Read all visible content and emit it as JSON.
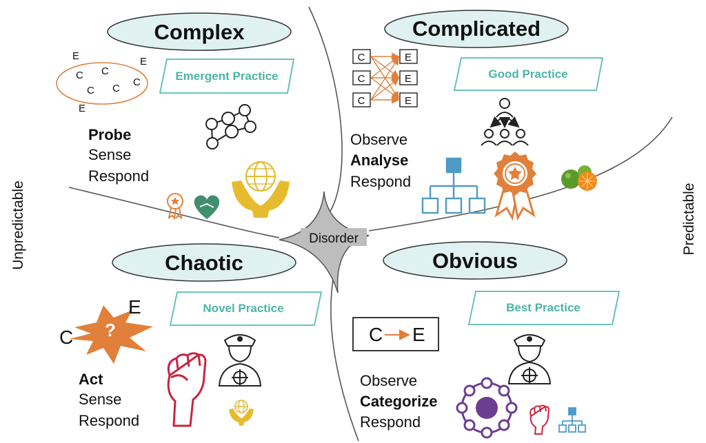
{
  "side_labels": {
    "left": "Unpredictable",
    "right": "Predictable"
  },
  "center": {
    "label": "Disorder"
  },
  "colors": {
    "oval_fill": "#dff1f1",
    "practice_border": "#55bdb0",
    "practice_text": "#4cb4a8",
    "orange": "#e0803a",
    "gold": "#e6bb2e",
    "blue": "#4f9ac7",
    "purple": "#6c3d91",
    "red": "#c9243f",
    "green": "#3f8f6f"
  },
  "domains": {
    "complex": {
      "title": "Complex",
      "practice": "Emergent Practice",
      "steps": [
        "Probe",
        "Sense",
        "Respond"
      ],
      "bold_index": 0,
      "letters": [
        "E",
        "C",
        "C",
        "E",
        "C",
        "C",
        "C",
        "E"
      ]
    },
    "complicated": {
      "title": "Complicated",
      "practice": "Good Practice",
      "steps": [
        "Observe",
        "Analyse",
        "Respond"
      ],
      "bold_index": 1,
      "box_letters": [
        "C",
        "C",
        "C",
        "E",
        "E",
        "E"
      ]
    },
    "chaotic": {
      "title": "Chaotic",
      "practice": "Novel Practice",
      "steps": [
        "Act",
        "Sense",
        "Respond"
      ],
      "bold_index": 0,
      "letters": [
        "C",
        "?",
        "E"
      ]
    },
    "obvious": {
      "title": "Obvious",
      "practice": "Best Practice",
      "steps": [
        "Observe",
        "Categorize",
        "Respond"
      ],
      "bold_index": 1,
      "cause": "C",
      "effect": "E"
    }
  }
}
